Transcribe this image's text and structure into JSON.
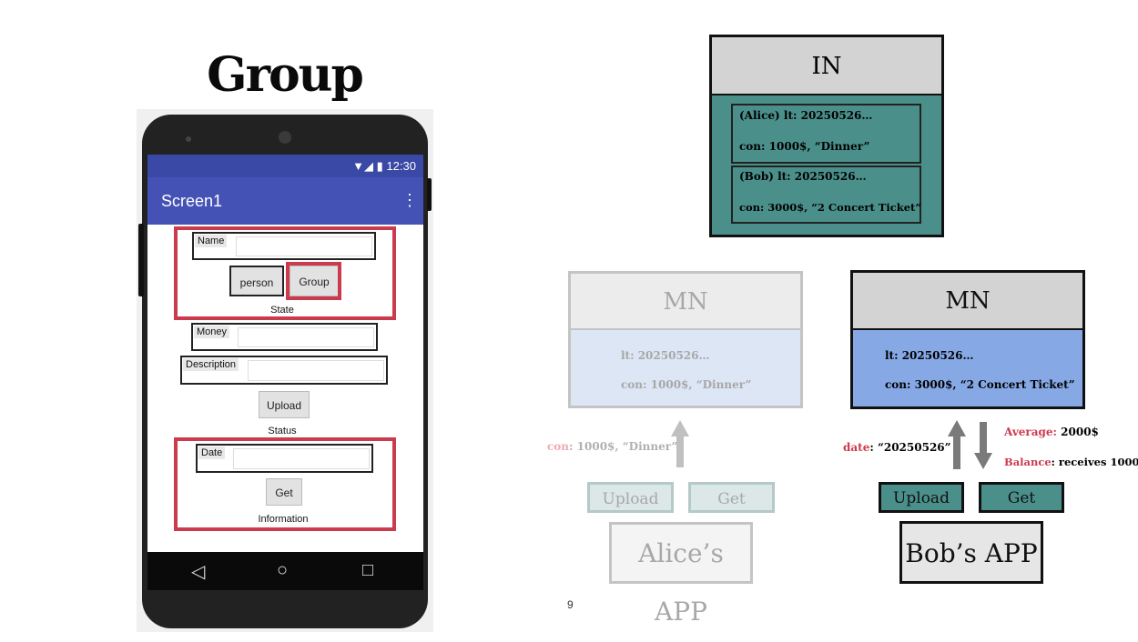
{
  "title": "Group Mode",
  "phone": {
    "time": "12:30",
    "screen_title": "Screen1",
    "menu_icon": "more-vert-icon",
    "name_label": "Name",
    "person_label": "person",
    "group_label": "Group",
    "state_label": "State",
    "money_label": "Money",
    "description_label": "Description",
    "upload_label": "Upload",
    "status_label": "Status",
    "date_label": "Date",
    "get_label": "Get",
    "information_label": "Information"
  },
  "in_node": {
    "title": "IN",
    "entries": [
      {
        "lt": "(Alice) lt: 20250526…",
        "con": "con: 1000$, “Dinner”"
      },
      {
        "lt": "(Bob) lt: 20250526…",
        "con": "con: 3000$, “2 Concert Ticket”"
      }
    ]
  },
  "alice": {
    "mn_title": "MN",
    "lt": "lt: 20250526…",
    "con": "con: 1000$, “Dinner”",
    "arrow_label_key": "con",
    "arrow_label_rest": ": 1000$, “Dinner”",
    "upload": "Upload",
    "get": "Get",
    "app": "Alice’s APP"
  },
  "bob": {
    "mn_title": "MN",
    "lt": "lt: 20250526…",
    "con": "con: 3000$, “2 Concert Ticket”",
    "date_key": "date",
    "date_rest": ": “20250526”",
    "average_key": "Average:",
    "average_val": " 2000$",
    "balance_key": "Balance",
    "balance_val": ": receives 1000$",
    "upload": "Upload",
    "get": "Get",
    "app": "Bob’s APP"
  },
  "page_number": "9",
  "colors": {
    "teal": "#4a8f8a",
    "blue": "#86a9e6",
    "light_blue": "#dce6f5",
    "red": "#cc3a4d",
    "header_gray": "#d3d3d3"
  }
}
